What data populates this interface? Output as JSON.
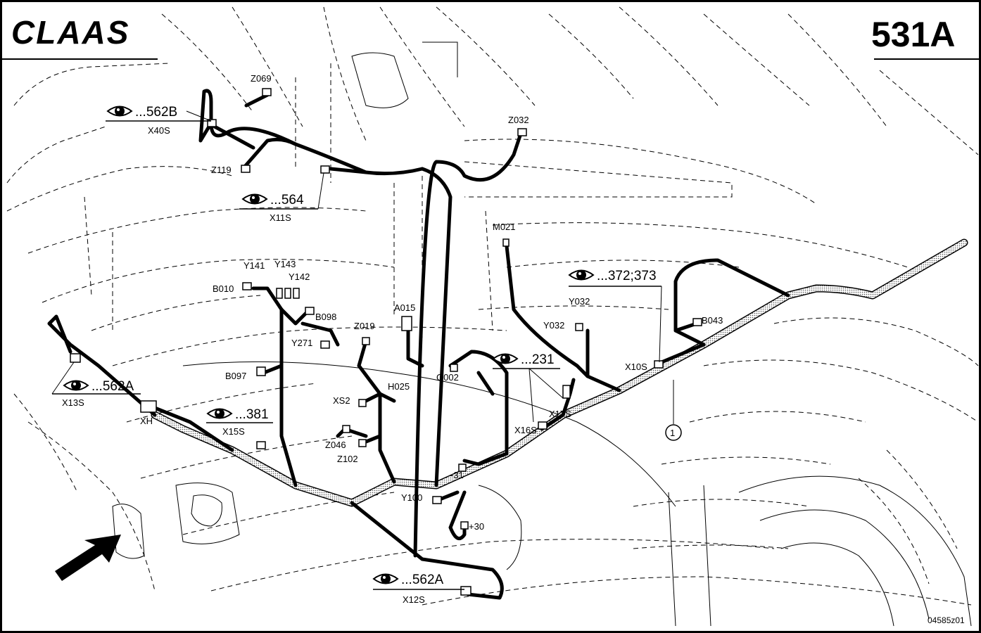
{
  "header": {
    "logo": "CLAAS",
    "page_number": "531A"
  },
  "drawing_id": "04585z01",
  "view_refs": [
    {
      "ref": "...562B",
      "connector": "X40S"
    },
    {
      "ref": "...564",
      "connector": "X11S"
    },
    {
      "ref": "...372;373",
      "connector": "X10S"
    },
    {
      "ref": "...231",
      "connector": "X16S"
    },
    {
      "ref": "...562A",
      "connector": "X13S"
    },
    {
      "ref": "...381",
      "connector": "X15S"
    },
    {
      "ref": "...562A",
      "connector": "X12S"
    }
  ],
  "components": {
    "z069": "Z069",
    "z032": "Z032",
    "z119": "Z119",
    "m021": "M021",
    "y141": "Y141",
    "y143": "Y143",
    "y142": "Y142",
    "b010": "B010",
    "b098": "B098",
    "z019": "Z019",
    "a015": "A015",
    "y271": "Y271",
    "b097": "B097",
    "h025": "H025",
    "g002": "G002",
    "xs2": "XS2",
    "z046": "Z046",
    "z102": "Z102",
    "y032a": "Y032",
    "y032b": "Y032",
    "b043": "B043",
    "x17s": "X17S",
    "xh": "XH",
    "m31": "-31",
    "y100": "Y100",
    "p30": "+30",
    "callout1": "1"
  },
  "colors": {
    "ink": "#000000",
    "paper": "#ffffff",
    "harness_fill": "#bdbdbd"
  }
}
